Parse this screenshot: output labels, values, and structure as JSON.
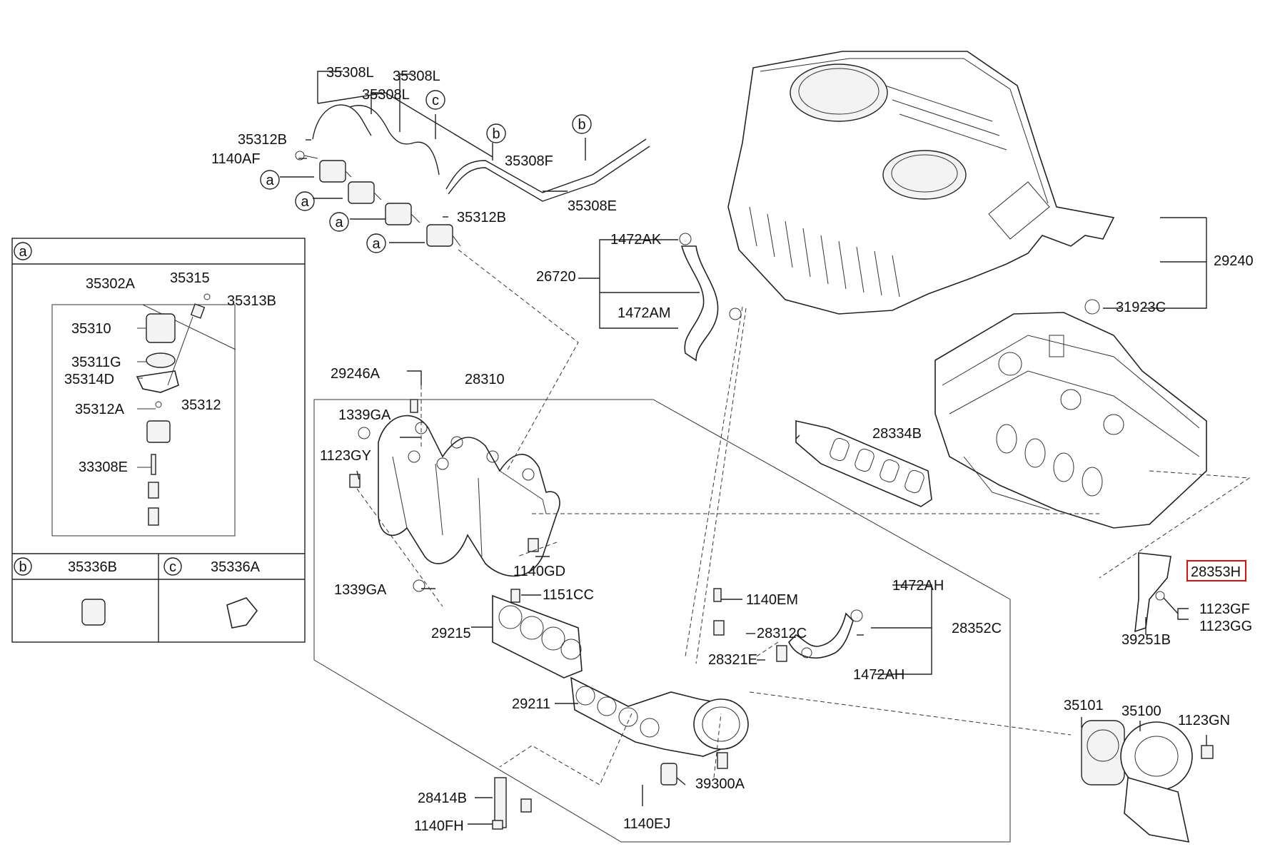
{
  "labels": {
    "p35308L_1": "35308L",
    "p35308L_2": "35308L",
    "p35308L_3": "35308L",
    "p35312B_1": "35312B",
    "p1140AF": "1140AF",
    "p35308F": "35308F",
    "p35308E": "35308E",
    "p35312B_2": "35312B",
    "p1472AK": "1472AK",
    "p26720": "26720",
    "p1472AM": "1472AM",
    "p29240": "29240",
    "p31923C": "31923C",
    "p35302A": "35302A",
    "p35315": "35315",
    "p35313B": "35313B",
    "p35310": "35310",
    "p35311G": "35311G",
    "p35314D": "35314D",
    "p35312A": "35312A",
    "p35312": "35312",
    "p33308E": "33308E",
    "p35336B": "35336B",
    "p35336A": "35336A",
    "p29246A": "29246A",
    "p28310": "28310",
    "p1339GA_1": "1339GA",
    "p1123GY": "1123GY",
    "p28334B": "28334B",
    "p1140GD": "1140GD",
    "p1339GA_2": "1339GA",
    "p1151CC": "1151CC",
    "p1140EM": "1140EM",
    "p1472AH_1": "1472AH",
    "p28312C": "28312C",
    "p28352C": "28352C",
    "p28321E": "28321E",
    "p1472AH_2": "1472AH",
    "p29215": "29215",
    "p29211": "29211",
    "p28353H": "28353H",
    "p1123GF": "1123GF",
    "p1123GG": "1123GG",
    "p39251B": "39251B",
    "p35101": "35101",
    "p35100": "35100",
    "p1123GN": "1123GN",
    "p28414B": "28414B",
    "p39300A": "39300A",
    "p1140FH": "1140FH",
    "p1140EJ": "1140EJ"
  },
  "callouts": {
    "a": "a",
    "b": "b",
    "c": "c"
  },
  "highlight": {
    "part": "28353H",
    "color": "#d11111"
  }
}
